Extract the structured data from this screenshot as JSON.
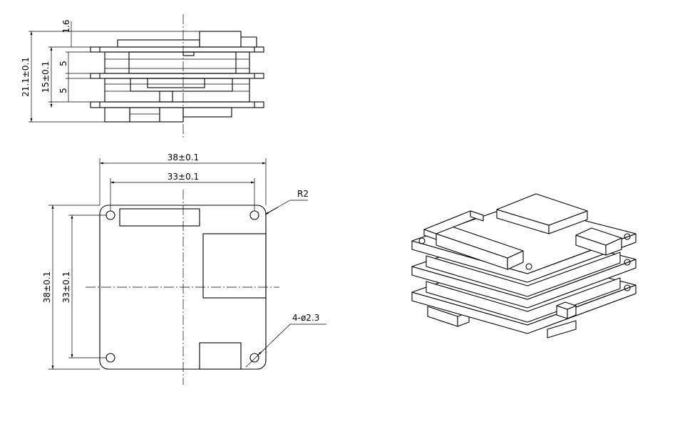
{
  "side_view": {
    "dims": {
      "top_board": "1.6",
      "total_height": "21.1±0.1",
      "stack_height": "15±0.1",
      "gap_upper": "5",
      "gap_lower": "5"
    }
  },
  "top_view": {
    "dims": {
      "outer_width": "38±0.1",
      "hole_width": "33±0.1",
      "outer_height": "38±0.1",
      "hole_height": "33±0.1",
      "corner_radius": "R2",
      "holes": "4-ø2.3"
    }
  }
}
